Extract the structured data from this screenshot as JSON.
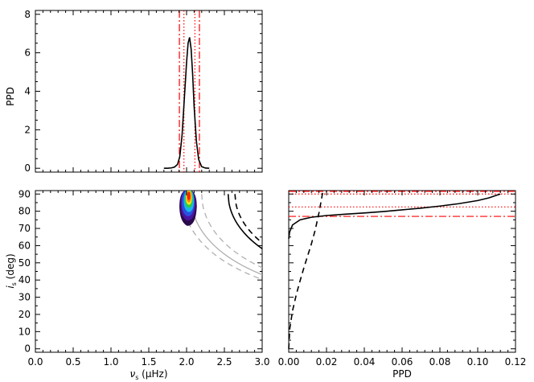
{
  "colors": {
    "axis": "#000000",
    "posterior": "#000000",
    "credible": "#ff0000",
    "grey_curve": "#b0b0b0",
    "contour_levels": [
      "#2a0a4a",
      "#4b14a0",
      "#2a4fe0",
      "#19b6e8",
      "#2ecc40",
      "#f6e520",
      "#ff8a00",
      "#ff1e00"
    ]
  },
  "chart_data": [
    {
      "id": "top-panel",
      "type": "line",
      "title": "",
      "xlabel": "",
      "ylabel": "PPD",
      "xlim": [
        0.0,
        3.0
      ],
      "ylim": [
        -0.2,
        8.2
      ],
      "xticks": [
        0.0,
        0.5,
        1.0,
        1.5,
        2.0,
        2.5,
        3.0
      ],
      "xticklabels_shown": false,
      "yticks": [
        0,
        2,
        4,
        6,
        8
      ],
      "yticklabels": [
        "0",
        "2",
        "4",
        "6",
        "8"
      ],
      "series": [
        {
          "style": "solid-black",
          "x": [
            1.7,
            1.75,
            1.8,
            1.84,
            1.88,
            1.91,
            1.94,
            1.97,
            2.0,
            2.02,
            2.04,
            2.06,
            2.08,
            2.1,
            2.13,
            2.16,
            2.2,
            2.25,
            2.3
          ],
          "y": [
            0.0,
            0.0,
            0.02,
            0.06,
            0.2,
            0.6,
            1.7,
            3.6,
            5.5,
            6.5,
            6.8,
            6.2,
            4.9,
            3.2,
            1.4,
            0.45,
            0.08,
            0.01,
            0.0
          ]
        }
      ],
      "vlines": [
        {
          "x": 1.905,
          "style": "dash-dot-red"
        },
        {
          "x": 1.965,
          "style": "dotted-red"
        },
        {
          "x": 2.11,
          "style": "dotted-red"
        },
        {
          "x": 2.17,
          "style": "dash-dot-red"
        }
      ]
    },
    {
      "id": "bottom-left-panel",
      "type": "heatmap",
      "title": "",
      "xlabel_symbol": "ν",
      "xlabel_sub": "s",
      "xlabel_unit": " (μHz)",
      "ylabel_symbol": "i",
      "ylabel_sub": "s",
      "ylabel_unit": " (deg)",
      "xlim": [
        0.0,
        3.0
      ],
      "ylim": [
        -2,
        92
      ],
      "xticks": [
        0.0,
        0.5,
        1.0,
        1.5,
        2.0,
        2.5,
        3.0
      ],
      "xticklabels": [
        "0.0",
        "0.5",
        "1.0",
        "1.5",
        "2.0",
        "2.5",
        "3.0"
      ],
      "yticks": [
        0,
        10,
        20,
        30,
        40,
        50,
        60,
        70,
        80,
        90
      ],
      "yticklabels": [
        "0",
        "10",
        "20",
        "30",
        "40",
        "50",
        "60",
        "70",
        "80",
        "90"
      ],
      "contour_levels": [
        {
          "cx": 2.02,
          "cy": 82.5,
          "rx": 0.115,
          "ry_top": 10,
          "ry_bottom": 11.0
        },
        {
          "cx": 2.02,
          "cy": 83.5,
          "rx": 0.1,
          "ry_top": 9,
          "ry_bottom": 9.0
        },
        {
          "cx": 2.02,
          "cy": 84.5,
          "rx": 0.085,
          "ry_top": 8,
          "ry_bottom": 7.5
        },
        {
          "cx": 2.03,
          "cy": 85.5,
          "rx": 0.068,
          "ry_top": 7,
          "ry_bottom": 6.0
        },
        {
          "cx": 2.03,
          "cy": 86.5,
          "rx": 0.052,
          "ry_top": 6,
          "ry_bottom": 4.5
        },
        {
          "cx": 2.03,
          "cy": 87.2,
          "rx": 0.04,
          "ry_top": 5,
          "ry_bottom": 3.5
        },
        {
          "cx": 2.03,
          "cy": 87.8,
          "rx": 0.03,
          "ry_top": 4,
          "ry_bottom": 2.7
        },
        {
          "cx": 2.03,
          "cy": 88.3,
          "rx": 0.02,
          "ry_top": 3,
          "ry_bottom": 1.8
        }
      ],
      "curves": [
        {
          "style": "grey-dashed",
          "x0": 1.94
        },
        {
          "style": "grey-solid",
          "x0": 2.05
        },
        {
          "style": "grey-dashed",
          "x0": 2.2
        },
        {
          "style": "black-solid",
          "x0": 2.55
        },
        {
          "style": "black-dashed",
          "x0": 2.64
        }
      ]
    },
    {
      "id": "bottom-right-panel",
      "type": "line",
      "title": "",
      "xlabel": "PPD",
      "ylabel": "",
      "xlim": [
        0.0,
        0.12
      ],
      "ylim": [
        -2,
        92
      ],
      "xticks": [
        0.0,
        0.02,
        0.04,
        0.06,
        0.08,
        0.1,
        0.12
      ],
      "xticklabels": [
        "0.00",
        "0.02",
        "0.04",
        "0.06",
        "0.08",
        "0.10",
        "0.12"
      ],
      "yticks": [
        0,
        10,
        20,
        30,
        40,
        50,
        60,
        70,
        80,
        90
      ],
      "yticklabels_shown": false,
      "series": [
        {
          "style": "solid-black",
          "x": [
            0.0,
            0.0005,
            0.002,
            0.006,
            0.012,
            0.02,
            0.03,
            0.04,
            0.05,
            0.06,
            0.07,
            0.08,
            0.09,
            0.1,
            0.106,
            0.11,
            0.112
          ],
          "y": [
            64,
            68,
            72,
            75,
            76.5,
            77.5,
            78.3,
            79.0,
            79.8,
            80.8,
            81.8,
            83.0,
            84.4,
            86.2,
            87.8,
            89.3,
            90.0
          ]
        },
        {
          "style": "black-dashed",
          "x": [
            0.0,
            0.0006,
            0.002,
            0.004,
            0.006,
            0.008,
            0.01,
            0.012,
            0.014,
            0.016,
            0.018
          ],
          "y": [
            0.0,
            12.0,
            22.0,
            31.5,
            39.5,
            47.0,
            54.0,
            61.0,
            69.0,
            79.0,
            91.0
          ]
        }
      ],
      "hlines": [
        {
          "y": 77.0,
          "style": "dash-dot-red"
        },
        {
          "y": 82.5,
          "style": "dotted-red"
        },
        {
          "y": 90.0,
          "style": "dotted-red"
        },
        {
          "y": 91.6,
          "style": "dash-dot-red"
        }
      ]
    }
  ]
}
